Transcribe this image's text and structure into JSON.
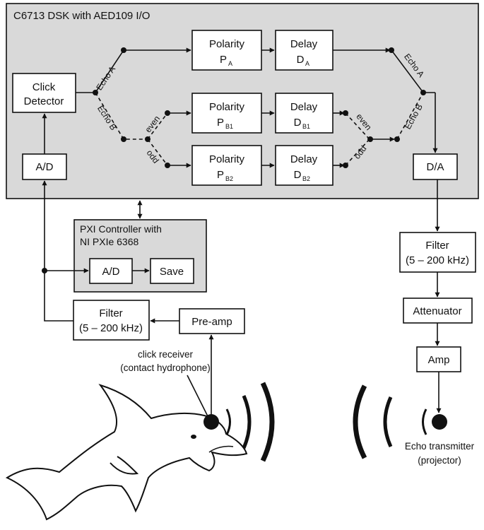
{
  "panels": {
    "dsk": "C6713 DSK with AED109 I/O",
    "pxi_line1": "PXI Controller with",
    "pxi_line2": "NI PXIe 6368"
  },
  "blocks": {
    "click_detector_1": "Click",
    "click_detector_2": "Detector",
    "adc_dsk": "A/D",
    "polarity": "Polarity",
    "delay": "Delay",
    "p_main": "P",
    "d_main": "D",
    "sub_a": "A",
    "sub_b1": "B1",
    "sub_b2": "B2",
    "dac": "D/A",
    "adc_pxi": "A/D",
    "save": "Save",
    "filter": "Filter",
    "filter_range": "(5 – 200 kHz)",
    "preamp": "Pre-amp",
    "attenuator": "Attenuator",
    "amp": "Amp"
  },
  "routes": {
    "echo_a": "Echo A",
    "echo_b": "Echo B",
    "even": "even",
    "odd": "odd"
  },
  "captions": {
    "receiver_1": "click receiver",
    "receiver_2": "(contact hydrophone)",
    "transmitter_1": "Echo transmitter",
    "transmitter_2": "(projector)"
  }
}
